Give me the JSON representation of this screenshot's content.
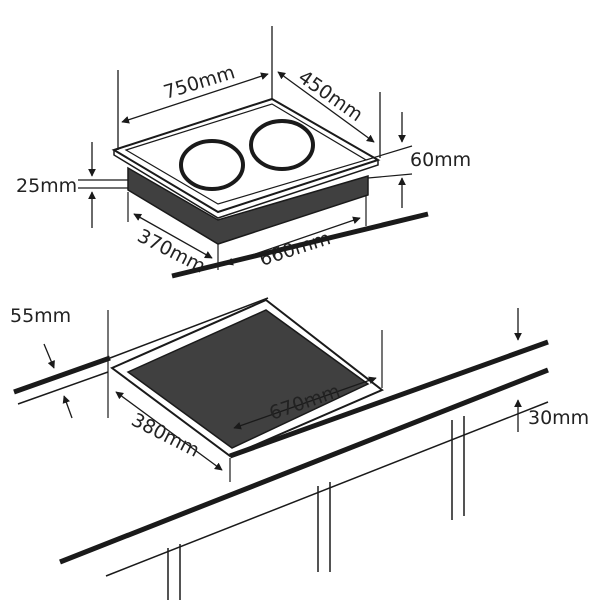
{
  "colors": {
    "stroke": "#1a1a1a",
    "cutout_fill": "#404040",
    "glass_fill": "#ffffff",
    "text": "#222222"
  },
  "hob": {
    "width_label": "750mm",
    "depth_label": "450mm",
    "glass_thickness_label": "25mm",
    "overall_height_label": "60mm",
    "body_depth_label": "370mm",
    "body_width_label": "660mm"
  },
  "cutout": {
    "worktop_thickness_label": "55mm",
    "width_label": "670mm",
    "depth_label": "380mm",
    "clearance_label": "30mm"
  }
}
